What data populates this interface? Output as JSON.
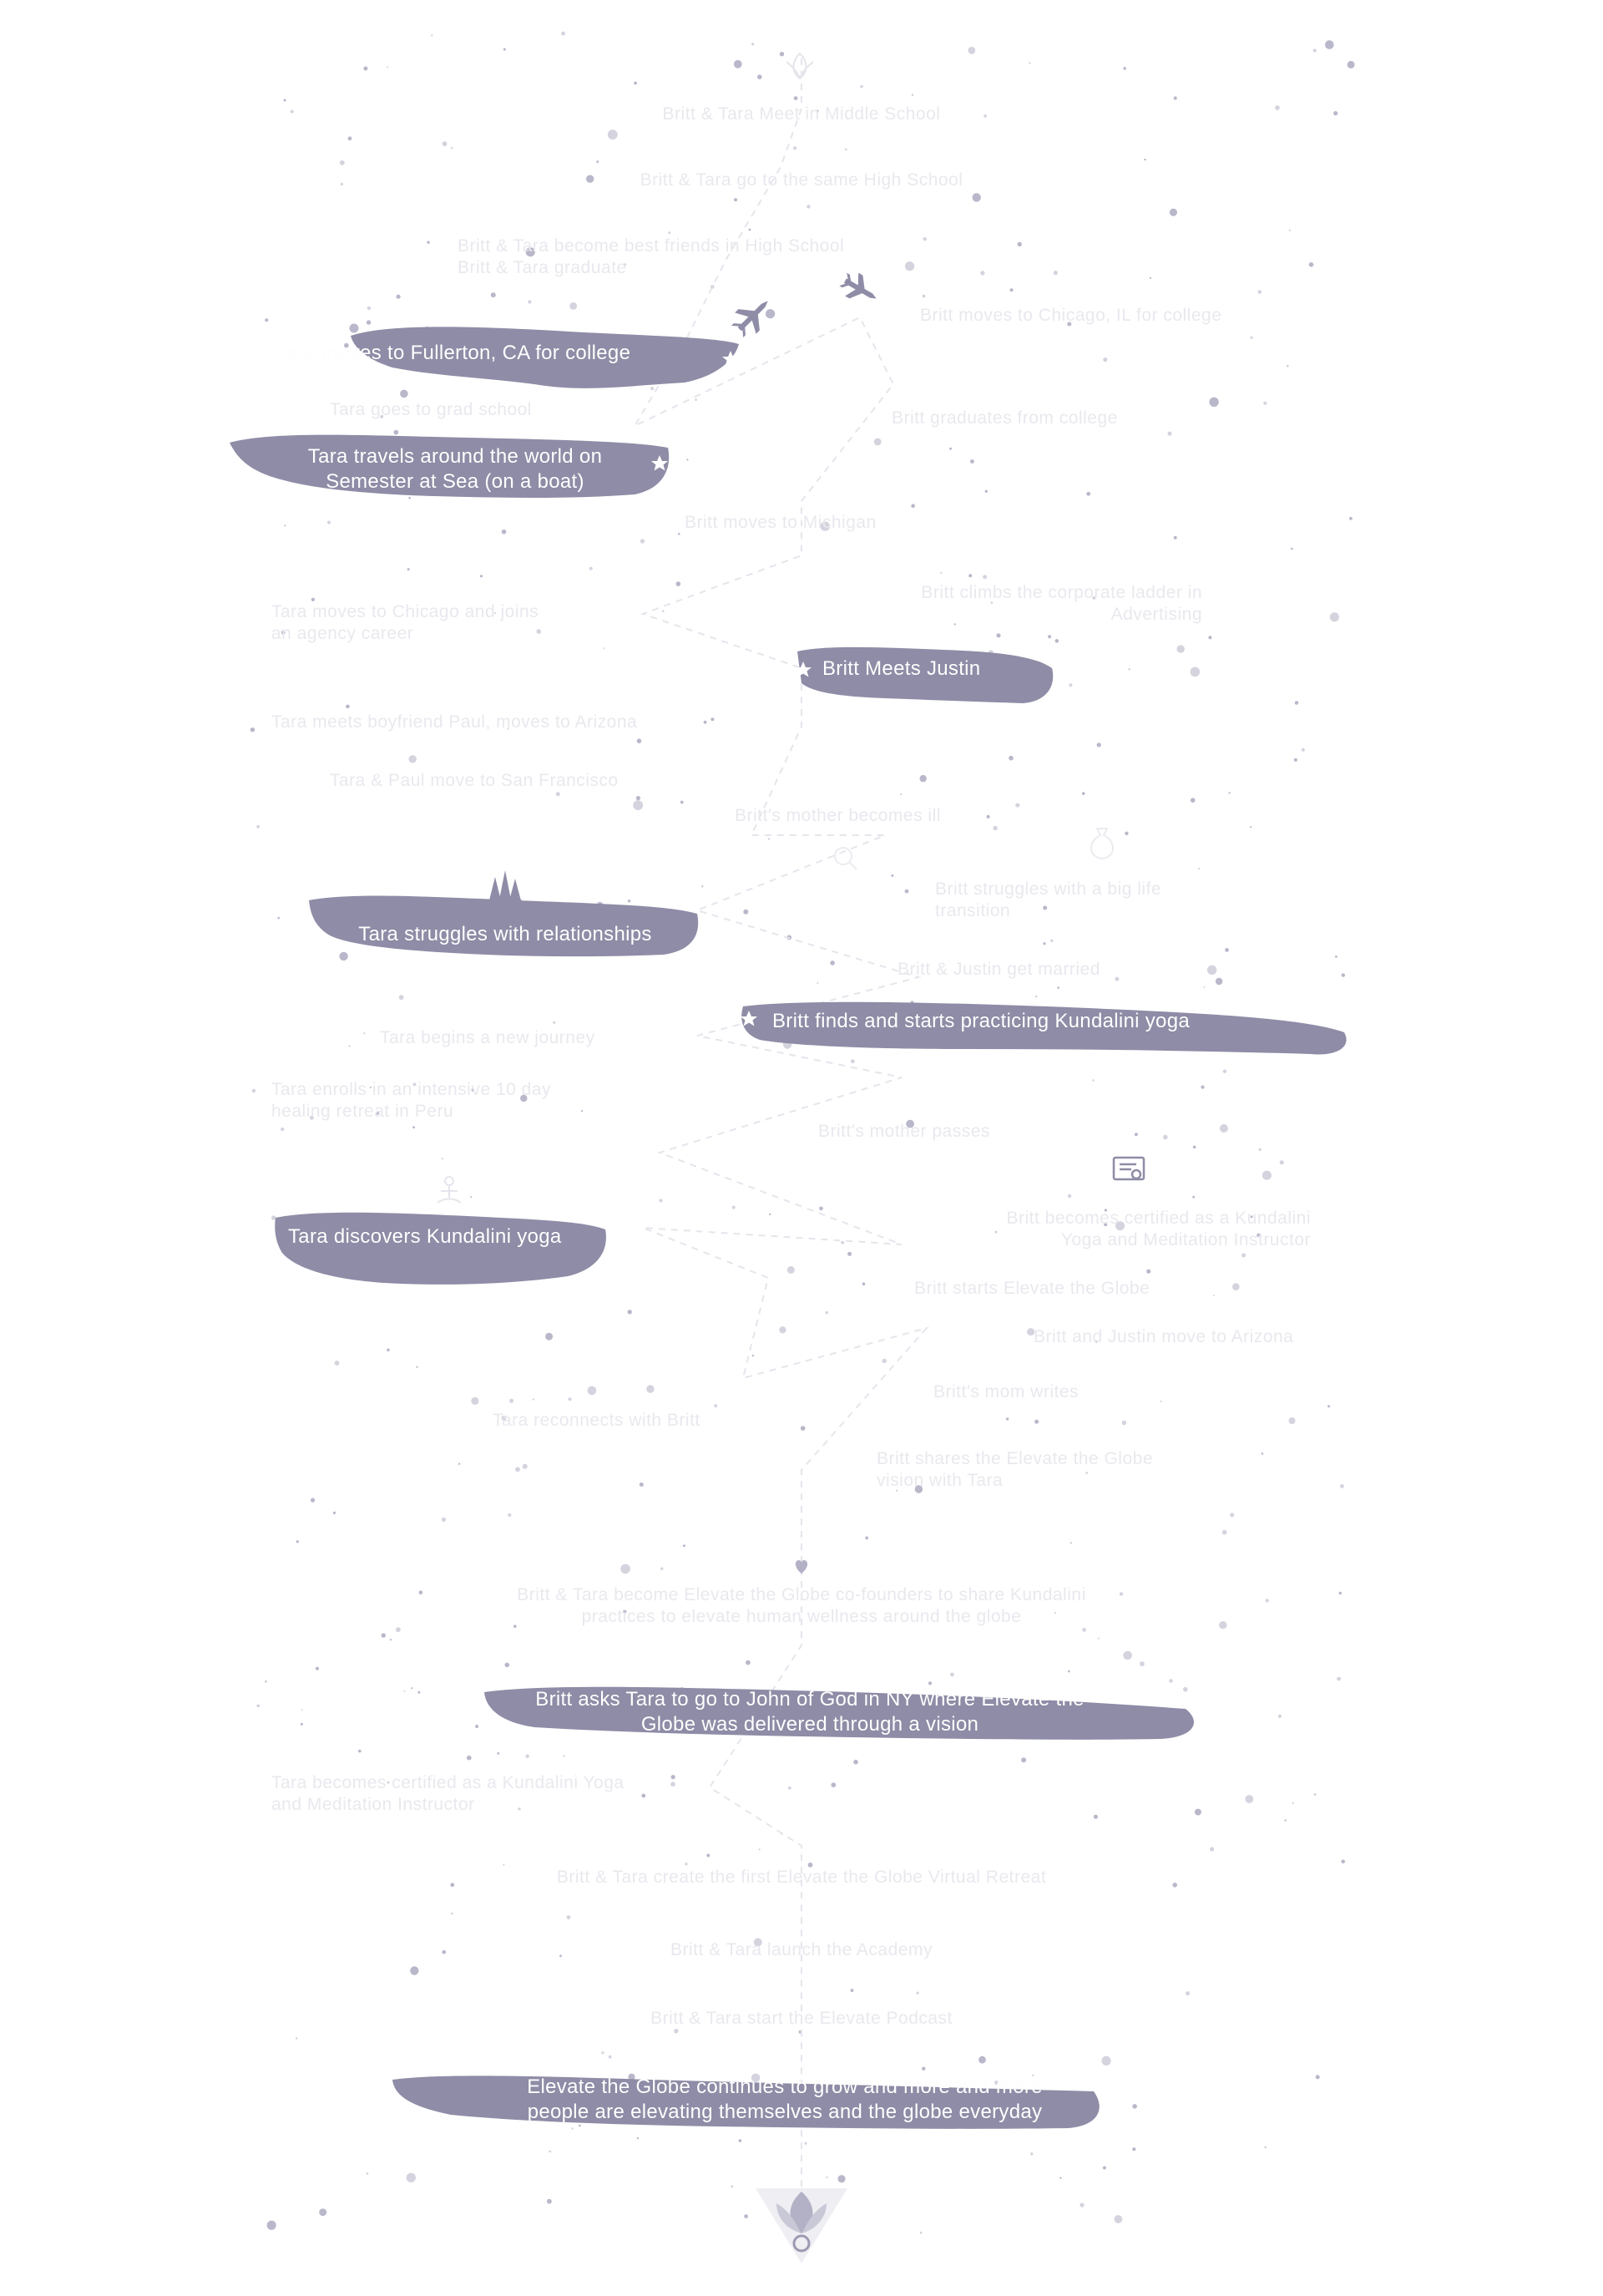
{
  "colors": {
    "brush": "#8e8ca6",
    "faint_text": "#e9e8ee",
    "highlight_text": "#ffffff",
    "path_line": "#e6e5ec",
    "stars": "#b3b1c6"
  },
  "timeline": {
    "faint_1": "Britt & Tara Meet in Middle School",
    "faint_2": "Britt & Tara go to the same High School",
    "faint_3_line1": "Britt & Tara become best friends in High School",
    "faint_3_line2": "Britt & Tara graduate",
    "faint_4": "Britt moves to Chicago, IL for college",
    "hl_1": "Tara moves to Fullerton, CA for college",
    "faint_5": "Tara goes to grad school",
    "faint_6": "Britt graduates from college",
    "hl_2_line1": "Tara travels around the world on",
    "hl_2_line2": "Semester at Sea (on a boat)",
    "faint_7": "Britt moves to Michigan",
    "faint_8_line1": "Britt climbs the corporate ladder in",
    "faint_8_line2": "Advertising",
    "faint_9_line1": "Tara moves to Chicago and joins",
    "faint_9_line2": "an agency career",
    "hl_3": "Britt Meets Justin",
    "faint_10": "Tara meets boyfriend Paul, moves to Arizona",
    "faint_11": "Tara & Paul move to San Francisco",
    "faint_12": "Britt's mother becomes ill",
    "faint_13_line1": "Britt struggles with a big life",
    "faint_13_line2": "transition",
    "hl_4": "Tara struggles with relationships",
    "faint_14": "Britt & Justin get married",
    "hl_5": "Britt finds and starts practicing Kundalini yoga",
    "faint_15": "Tara begins a new journey",
    "faint_16_line1": "Tara enrolls in an intensive 10 day",
    "faint_16_line2": "healing retreat in Peru",
    "faint_17": "Britt's mother passes",
    "faint_18_line1": "Britt becomes certified as a Kundalini",
    "faint_18_line2": "Yoga and Meditation Instructor",
    "hl_6": "Tara discovers Kundalini yoga",
    "faint_19": "Britt starts Elevate the Globe",
    "faint_20": "Britt and Justin move to Arizona",
    "faint_21": "Britt's mom writes",
    "faint_22": "Tara reconnects with Britt",
    "faint_23_line1": "Britt shares the Elevate the Globe",
    "faint_23_line2": "vision with Tara",
    "faint_24_line1": "Britt & Tara become Elevate the Globe co-founders to share Kundalini",
    "faint_24_line2": "practices to elevate human wellness around the globe",
    "hl_7_line1": "Britt asks Tara to go to John of God in NY where Elevate the",
    "hl_7_line2": "Globe was delivered through a vision",
    "faint_25_line1": "Tara becomes certified as a Kundalini Yoga",
    "faint_25_line2": "and Meditation Instructor",
    "faint_26": "Britt & Tara create the first Elevate the Globe Virtual Retreat",
    "faint_27": "Britt & Tara launch the Academy",
    "faint_28": "Britt & Tara start the Elevate Podcast",
    "hl_8_line1": "Elevate the Globe continues to grow and more and more",
    "hl_8_line2": "people are elevating themselves and the globe everyday"
  }
}
